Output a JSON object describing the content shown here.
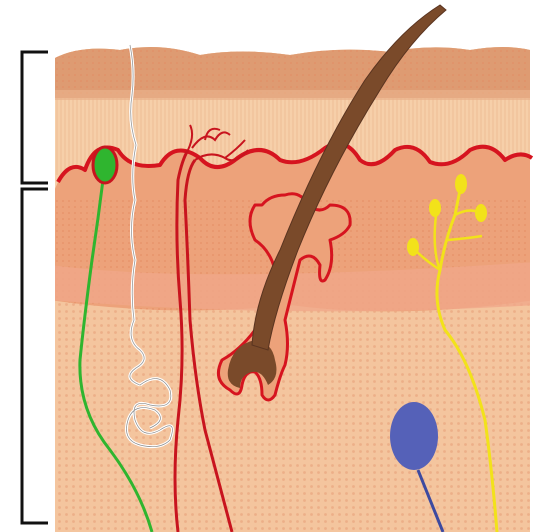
{
  "diagram": {
    "subject": "skin-cross-section",
    "labels": [],
    "layers": [
      "epidermis",
      "dermis",
      "hypodermis"
    ],
    "structures": [
      {
        "name": "hair-shaft",
        "color": "#7a4a2a"
      },
      {
        "name": "hair-follicle",
        "color": "#c8141e"
      },
      {
        "name": "sweat-gland",
        "color": "#ffffff"
      },
      {
        "name": "blood-vessel",
        "color": "#c8141e"
      },
      {
        "name": "nerve-ending-green",
        "color": "#2fb52f"
      },
      {
        "name": "nerve-ending-yellow",
        "color": "#f2e21a"
      },
      {
        "name": "pacinian-corpuscle",
        "color": "#5561b8"
      }
    ],
    "colors": {
      "epidermis_top": "#de9b72",
      "epidermis": "#f6cfa9",
      "dermis": "#eda27a",
      "hypodermis": "#f6c6a0",
      "outline": "#d6141f",
      "bracket": "#111111"
    }
  }
}
